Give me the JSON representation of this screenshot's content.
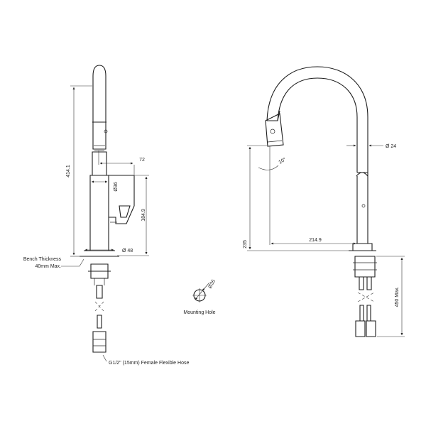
{
  "side_view": {
    "height_total": "414.1",
    "handle_offset": "72",
    "body_diameter": "Ø36",
    "handle_height": "184.9",
    "base_diameter": "Ø 48",
    "bench_thickness_line1": "Bench Thickness",
    "bench_thickness_line2": "40mm Max.",
    "hose_note": "G1/2\" (15mm) Female Flexible Hose"
  },
  "mounting_hole": {
    "diameter": "Ø35",
    "label": "Mounting Hole"
  },
  "front_view": {
    "spout_diameter": "Ø 24",
    "spray_angle": "10°",
    "spout_height": "235",
    "reach": "214.9",
    "hose_length": "450 Max."
  }
}
